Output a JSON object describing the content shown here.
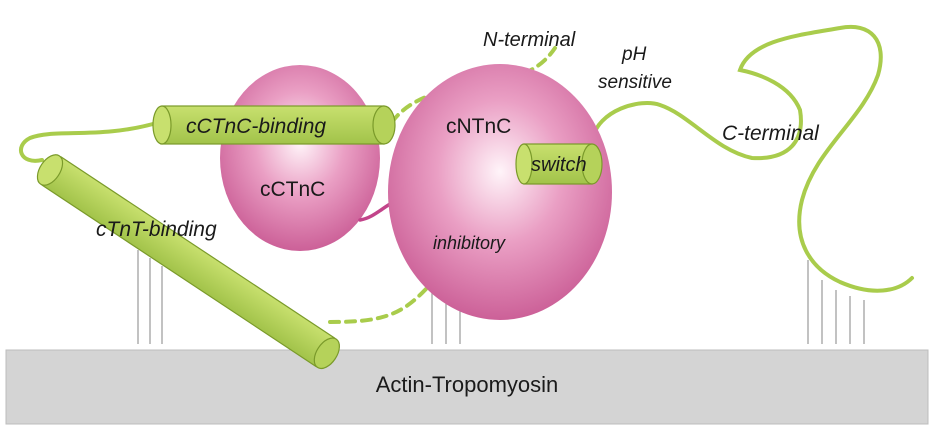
{
  "labels": {
    "n_terminal": "N-terminal",
    "ph_line1": "pH",
    "ph_line2": "sensitive",
    "c_terminal": "C-terminal",
    "cctnc_binding": "cCTnC-binding",
    "ctnt_binding": "cTnT-binding",
    "switch": "switch",
    "inhibitory": "inhibitory",
    "cctnc": "cCTnC",
    "cntnc": "cNTnC",
    "actin": "Actin-Tropomyosin"
  },
  "colors": {
    "helix_fill": "#b5d25a",
    "helix_stroke": "#7a9a2a",
    "linker": "#a9cc4c",
    "domain_center": "#fff4f9",
    "domain_edge": "#c85892",
    "domain_linker": "#c2448a",
    "actin_fill": "#d4d4d4",
    "tick": "#9a9a9a"
  }
}
